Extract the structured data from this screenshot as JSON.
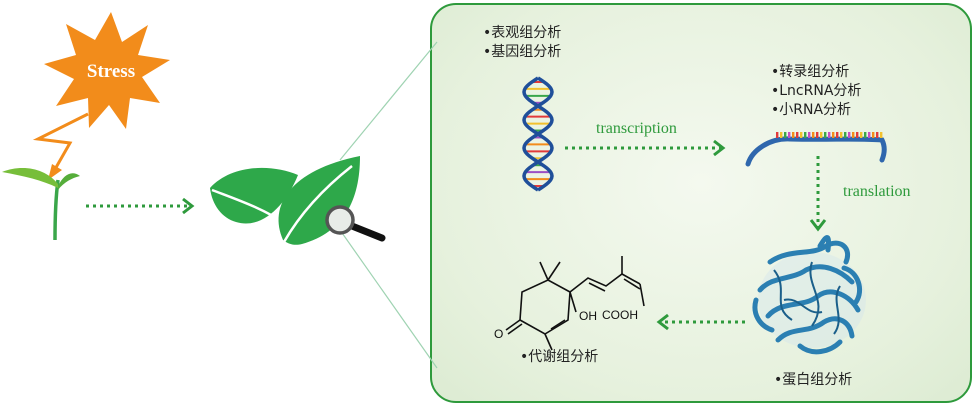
{
  "stress_label": "Stress",
  "top_labels": [
    "•表观组分析",
    "•基因组分析"
  ],
  "rna_labels": [
    "•转录组分析",
    "•LncRNA分析",
    "•小RNA分析"
  ],
  "arrow_labels": {
    "transcription": "transcription",
    "translation": "translation"
  },
  "protein_label": "•蛋白组分析",
  "metabolite_label": "•代谢组分析",
  "molecule": {
    "oh": "OH",
    "cooh": "COOH",
    "ketone_o": "O"
  },
  "colors": {
    "green": "#2e9a3c",
    "orange": "#f28c1b",
    "dna_blue": "#1f4f9a",
    "protein": "#2b7fb2"
  }
}
